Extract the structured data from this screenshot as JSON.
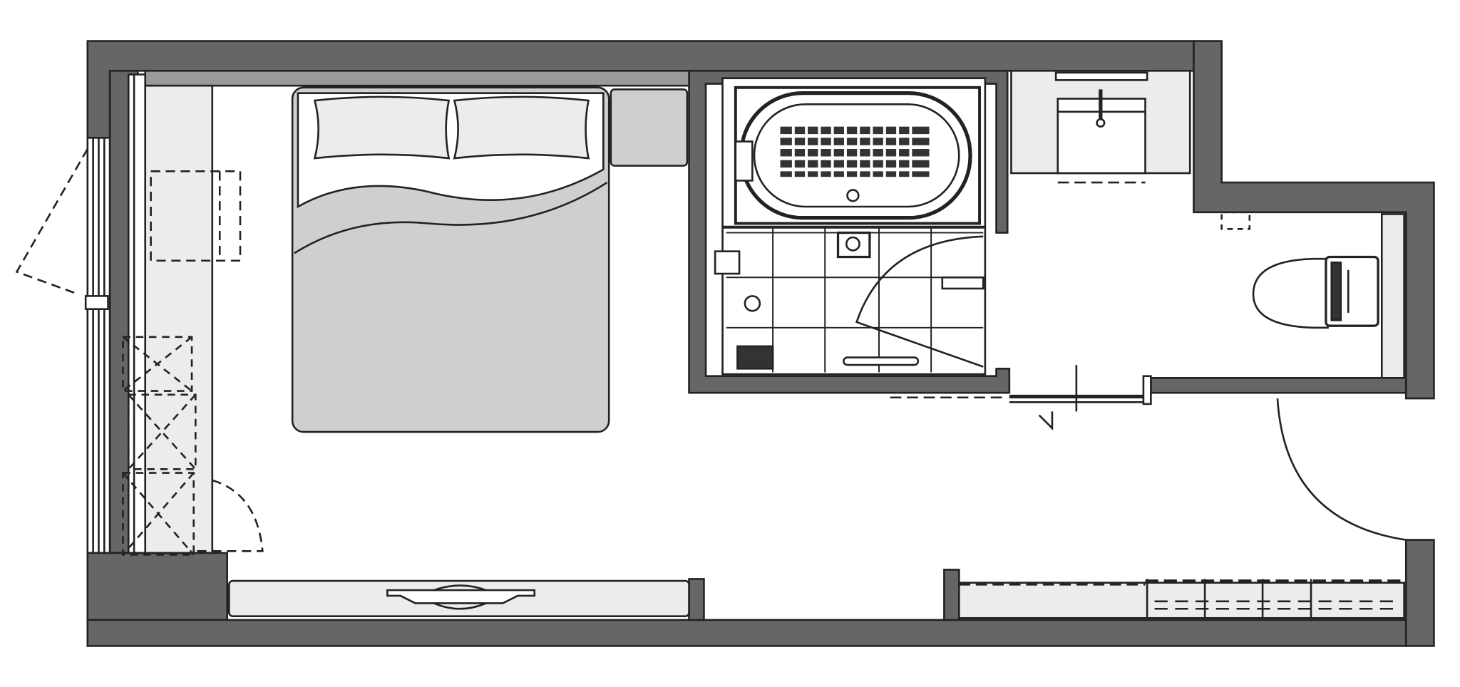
{
  "diagram": {
    "kind": "floor-plan",
    "texts": [],
    "rooms": [
      "bedroom",
      "bathroom",
      "washroom",
      "toilet",
      "entry"
    ],
    "fixtures": [
      "bed",
      "pillow",
      "pillow",
      "nightstand",
      "desk",
      "bathtub",
      "shower",
      "sink",
      "toilet",
      "tv-console",
      "wardrobe",
      "closet"
    ],
    "colors": {
      "wall": "#666666",
      "line": "#222222",
      "furniture_fill": "#cfcfcf",
      "light_fill": "#ececec",
      "background": "#ffffff"
    }
  }
}
